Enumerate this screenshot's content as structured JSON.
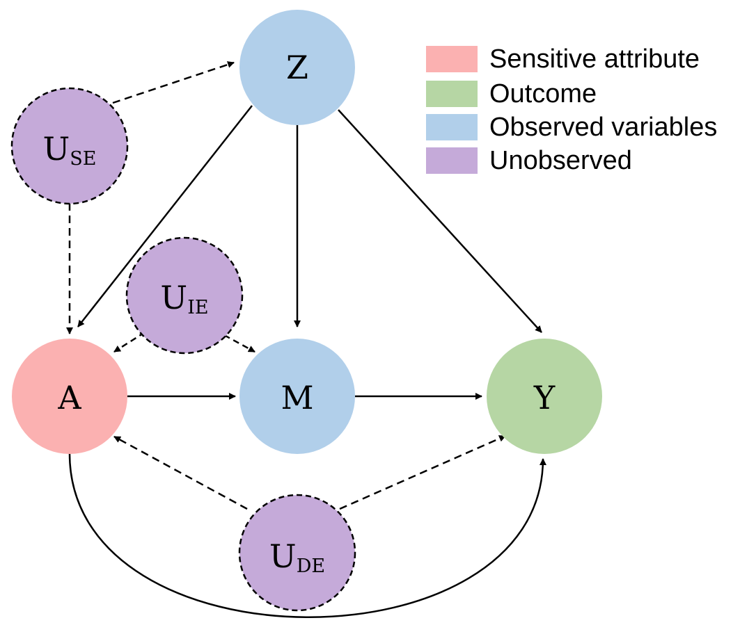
{
  "nodes": {
    "z": {
      "label": "Z",
      "sub": "",
      "role": "observed"
    },
    "use": {
      "label": "U",
      "sub": "SE",
      "role": "unobserved"
    },
    "uie": {
      "label": "U",
      "sub": "IE",
      "role": "unobserved"
    },
    "a": {
      "label": "A",
      "sub": "",
      "role": "sensitive"
    },
    "m": {
      "label": "M",
      "sub": "",
      "role": "observed"
    },
    "y": {
      "label": "Y",
      "sub": "",
      "role": "outcome"
    },
    "ude": {
      "label": "U",
      "sub": "DE",
      "role": "unobserved"
    }
  },
  "edges": [
    {
      "from": "z",
      "to": "a",
      "style": "solid"
    },
    {
      "from": "z",
      "to": "m",
      "style": "solid"
    },
    {
      "from": "z",
      "to": "y",
      "style": "solid"
    },
    {
      "from": "a",
      "to": "m",
      "style": "solid"
    },
    {
      "from": "m",
      "to": "y",
      "style": "solid"
    },
    {
      "from": "a",
      "to": "y",
      "style": "solid"
    },
    {
      "from": "use",
      "to": "z",
      "style": "dashed"
    },
    {
      "from": "use",
      "to": "a",
      "style": "dashed"
    },
    {
      "from": "uie",
      "to": "a",
      "style": "dashed"
    },
    {
      "from": "uie",
      "to": "m",
      "style": "dashed"
    },
    {
      "from": "ude",
      "to": "a",
      "style": "dashed"
    },
    {
      "from": "ude",
      "to": "y",
      "style": "dashed"
    }
  ],
  "legend": [
    {
      "label": "Sensitive attribute",
      "color": "#fbb1b1"
    },
    {
      "label": "Outcome",
      "color": "#b6d6a4"
    },
    {
      "label": "Observed variables",
      "color": "#b1cfea"
    },
    {
      "label": "Unobserved",
      "color": "#c5aad9"
    }
  ],
  "colors": {
    "sensitive": "#fbb1b1",
    "outcome": "#b6d6a4",
    "observed": "#b1cfea",
    "unobserved": "#c5aad9",
    "stroke": "#000000"
  }
}
